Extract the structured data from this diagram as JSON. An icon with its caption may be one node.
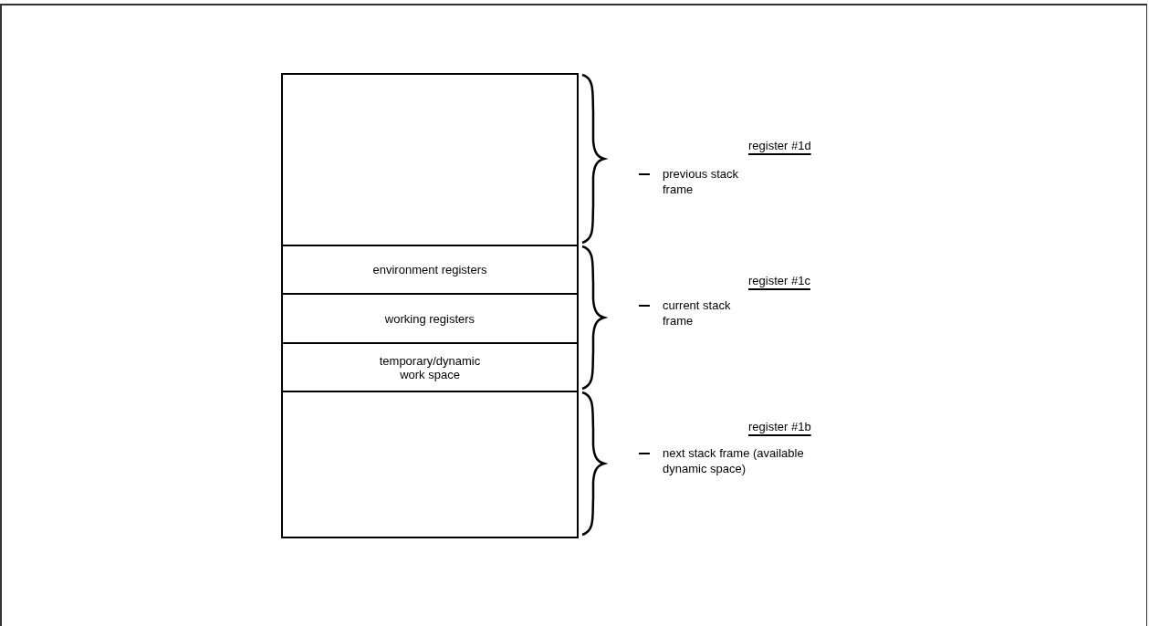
{
  "diagram": {
    "nodes": [
      {
        "text": [],
        "shape": "box"
      },
      {
        "text": [
          "environment registers"
        ]
      },
      {
        "text": [
          "working registers"
        ]
      },
      {
        "text": [
          "temporary/dynamic work space"
        ]
      },
      {
        "text": [],
        "shape": "box"
      }
    ],
    "labels": [
      "register #1d",
      "previous stack frame",
      "register #1c",
      "current stack frame",
      "register #1b",
      "next stack frame (available dynamic space)"
    ]
  }
}
